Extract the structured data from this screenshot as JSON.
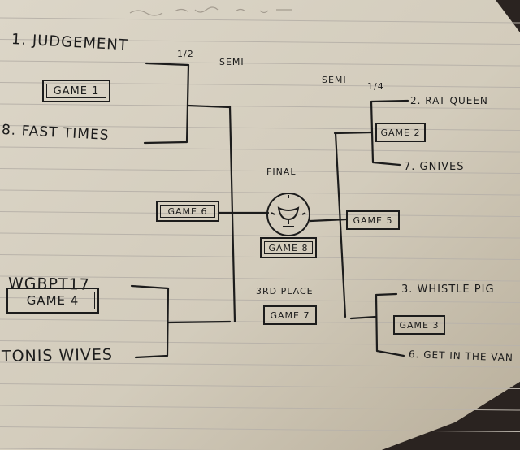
{
  "headers": {
    "half_left": "1/2",
    "semi_left": "SEMI",
    "semi_right": "SEMI",
    "quarter_right": "1/4",
    "final": "FINAL",
    "third_place": "3RD PLACE"
  },
  "teams": {
    "t1": "1. JUDGEMENT",
    "t8": "8. FAST TIMES",
    "t2": "2. RAT QUEEN",
    "t7": "7. GNIVES",
    "wgb": "WGBPT17",
    "tonis": "TONIS WIVES",
    "t3": "3. WHISTLE PIG",
    "t6": "6. GET IN THE VAN"
  },
  "games": {
    "g1": "GAME 1",
    "g2": "GAME 2",
    "g3": "GAME 3",
    "g4": "GAME 4",
    "g5": "GAME 5",
    "g6": "GAME 6",
    "g7": "GAME 7",
    "g8": "GAME 8"
  },
  "trophy_icon": "trophy-icon"
}
